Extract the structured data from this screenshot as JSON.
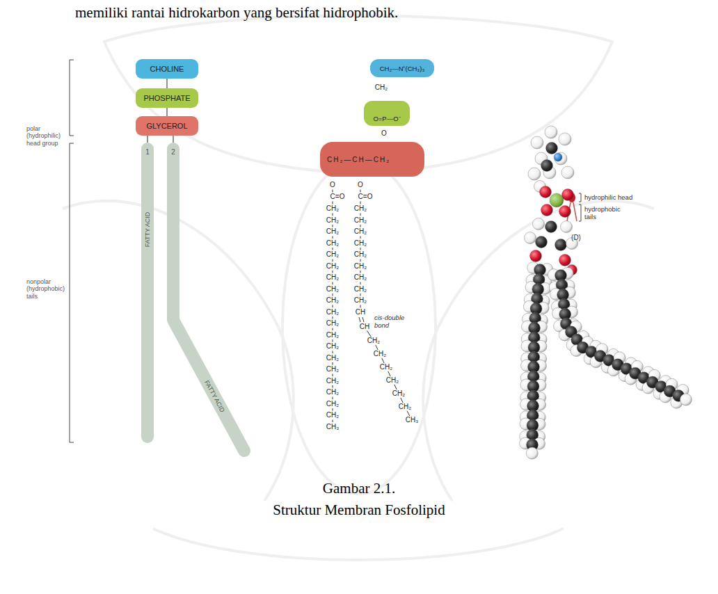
{
  "diagram": {
    "title": "Struktur Membran Fosfolipid",
    "caption": "Gambar 2.1.",
    "nodes": [
      {
        "text": [
          "CHOLINE"
        ]
      },
      {
        "text": [
          "PHOSPHATE"
        ]
      },
      {
        "text": [
          "GLYCEROL"
        ]
      },
      {
        "text": [
          "1",
          "FATTY ACID"
        ]
      },
      {
        "text": [
          "2",
          "FATTY ACID"
        ]
      },
      {
        "text": [
          "CH₂—N⁺(CH₃)₃"
        ]
      },
      {
        "text": [
          "O=P—O⁻"
        ]
      },
      {
        "text": [
          "CH₂—CH—CH₂"
        ]
      }
    ],
    "edges": [
      {
        "from": 0,
        "to": 1,
        "arrow": "none"
      },
      {
        "from": 1,
        "to": 2,
        "arrow": "none"
      },
      {
        "from": 2,
        "to": 3,
        "arrow": "none"
      },
      {
        "from": 2,
        "to": 4,
        "arrow": "none"
      }
    ],
    "labels": [
      "memiliki rantai hidrokarbon yang bersifat hidrophobik.",
      "polar (hydrophilic) head group",
      "nonpolar (hydrophobic) tails",
      "CH₂",
      "O",
      "O",
      "O",
      "O",
      "C=O",
      "C=O",
      "CH₂",
      "CH₂",
      "CH₂",
      "CH₂",
      "CH₂",
      "CH₂",
      "CH₂",
      "CH₂",
      "CH₂",
      "CH₂",
      "CH₂",
      "CH₂",
      "CH₂",
      "CH₂",
      "CH₂",
      "CH₂",
      "CH₂",
      "CH₂",
      "CH₂",
      "CH₃",
      "CH₂",
      "CH₂",
      "CH₂",
      "CH₂",
      "CH₂",
      "CH₂",
      "CH₂",
      "CH₂",
      "CH₂",
      "CH",
      "CH",
      "CH₂",
      "CH₂",
      "CH₂",
      "CH₂",
      "CH₂",
      "CH₂",
      "CH₃",
      "cis-double bond",
      "(D)"
    ],
    "legend": [
      {
        "text": "hydrophilic head"
      },
      {
        "text": "hydrophobic tails"
      }
    ]
  }
}
